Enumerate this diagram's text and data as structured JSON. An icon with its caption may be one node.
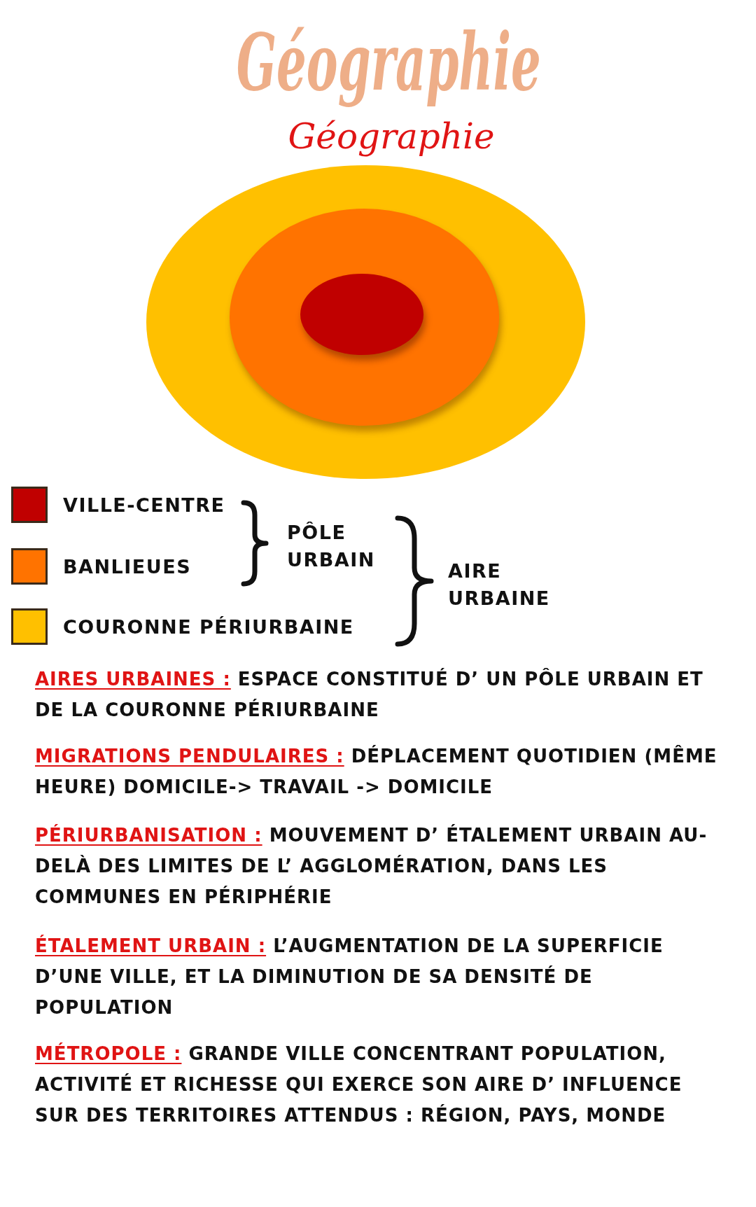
{
  "diagram": {
    "title": "Géographie",
    "nodes": [
      {
        "text": [],
        "shape": "ellipse"
      },
      {
        "text": [],
        "shape": "ellipse",
        "in": 0
      },
      {
        "text": [],
        "shape": "ellipse",
        "in": 1
      }
    ],
    "edges": [],
    "labels": [
      "Géographie",
      "PÔLE URBAIN",
      "AIRE URBAINE",
      "AIRES URBAINES :",
      "ESPACE CONSTITUÉ D’ UN PÔLE URBAIN ET DE LA COURONNE PÉRIURBAINE",
      "MIGRATIONS PENDULAIRES :",
      "DÉPLACEMENT QUOTIDIEN (MÊME HEURE) DOMICILE-> TRAVAIL -> DOMICILE",
      "PÉRIURBANISATION :",
      "MOUVEMENT D’ ÉTALEMENT URBAIN AU-DELÀ DES LIMITES DE L’ AGGLOMÉRATION, DANS LES COMMUNES EN PÉRIPHÉRIE",
      "ÉTALEMENT URBAIN :",
      "L’AUGMENTATION DE LA SUPERFICIE D’UNE VILLE, ET LA DIMINUTION DE SA DENSITÉ DE POPULATION",
      "MÉTROPOLE :",
      "GRANDE VILLE CONCENTRANT POPULATION, ACTIVITÉ ET RICHESSE QUI EXERCE SON AIRE D’ INFLUENCE SUR DES TERRITOIRES ATTENDUS : RÉGION, PAYS, MONDE"
    ],
    "legend": [
      {
        "text": "VILLE-CENTRE",
        "color": "#c00000"
      },
      {
        "text": "BANLIEUES",
        "color": "#ff7300"
      },
      {
        "text": "COURONNE PÉRIURBAINE",
        "color": "#ffc000"
      }
    ]
  }
}
